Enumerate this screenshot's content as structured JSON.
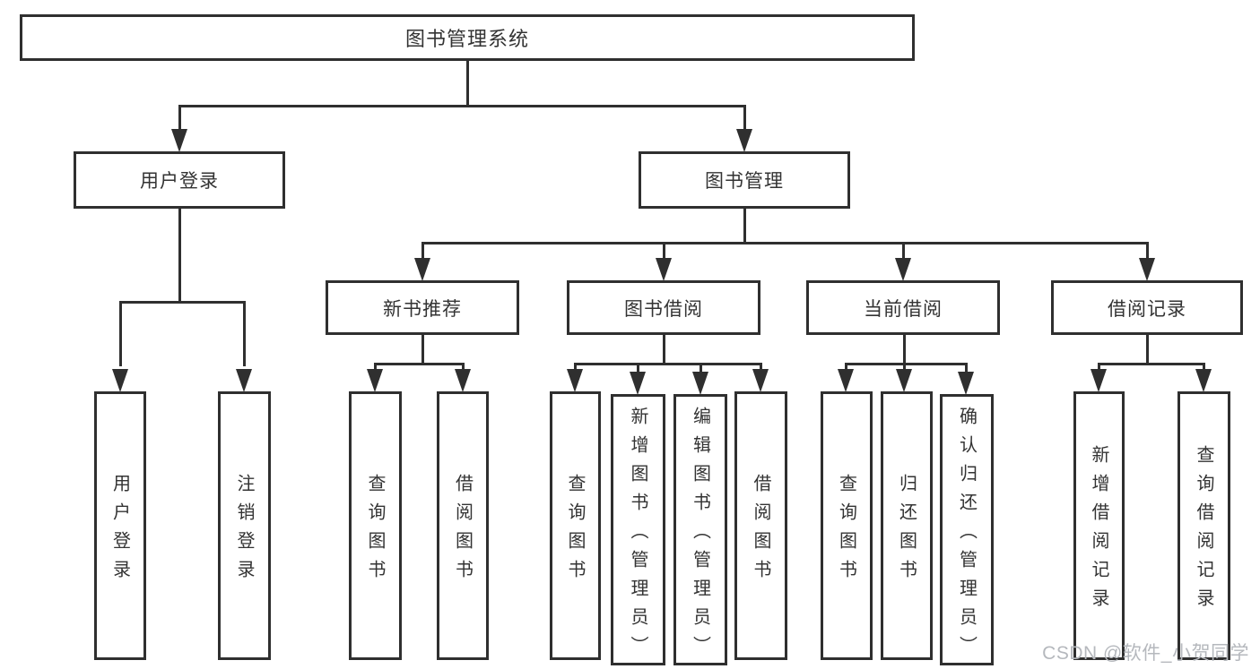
{
  "diagram": {
    "root": {
      "label": "图书管理系统"
    },
    "level1": [
      {
        "label": "用户登录",
        "parent": "图书管理系统"
      },
      {
        "label": "图书管理",
        "parent": "图书管理系统"
      }
    ],
    "level2": [
      {
        "label": "新书推荐",
        "parent": "图书管理"
      },
      {
        "label": "图书借阅",
        "parent": "图书管理"
      },
      {
        "label": "当前借阅",
        "parent": "图书管理"
      },
      {
        "label": "借阅记录",
        "parent": "图书管理"
      }
    ],
    "leaves": [
      {
        "label": "用户登录",
        "parent": "用户登录"
      },
      {
        "label": "注销登录",
        "parent": "用户登录"
      },
      {
        "label": "查询图书",
        "parent": "新书推荐"
      },
      {
        "label": "借阅图书",
        "parent": "新书推荐"
      },
      {
        "label": "查询图书",
        "parent": "图书借阅"
      },
      {
        "label": "新增图书（管理员）",
        "parent": "图书借阅"
      },
      {
        "label": "编辑图书（管理员）",
        "parent": "图书借阅"
      },
      {
        "label": "借阅图书",
        "parent": "图书借阅"
      },
      {
        "label": "查询图书",
        "parent": "当前借阅"
      },
      {
        "label": "归还图书",
        "parent": "当前借阅"
      },
      {
        "label": "确认归还（管理员）",
        "parent": "当前借阅"
      },
      {
        "label": "新增借阅记录",
        "parent": "借阅记录"
      },
      {
        "label": "查询借阅记录",
        "parent": "借阅记录"
      }
    ]
  },
  "watermark": {
    "text": "CSDN @软件_小贺同学"
  },
  "colors": {
    "line": "#2f2f2f",
    "text": "#333333",
    "background": "#ffffff",
    "watermark": "#b5b8bd"
  }
}
